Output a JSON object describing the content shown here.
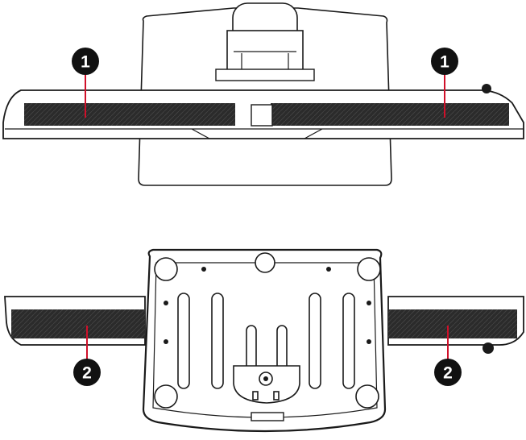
{
  "figure": {
    "views": [
      {
        "id": "top-view",
        "description_label": ""
      },
      {
        "id": "bottom-view",
        "description_label": ""
      }
    ],
    "callouts": [
      {
        "id": "callout-1-left",
        "number": "1"
      },
      {
        "id": "callout-1-right",
        "number": "1"
      },
      {
        "id": "callout-2-left",
        "number": "2"
      },
      {
        "id": "callout-2-right",
        "number": "2"
      }
    ],
    "colors": {
      "line": "#1a1a1a",
      "grille": "#2b2b2b",
      "leader": "#d0102a",
      "badge_fill": "#111111",
      "badge_text": "#ffffff"
    }
  }
}
